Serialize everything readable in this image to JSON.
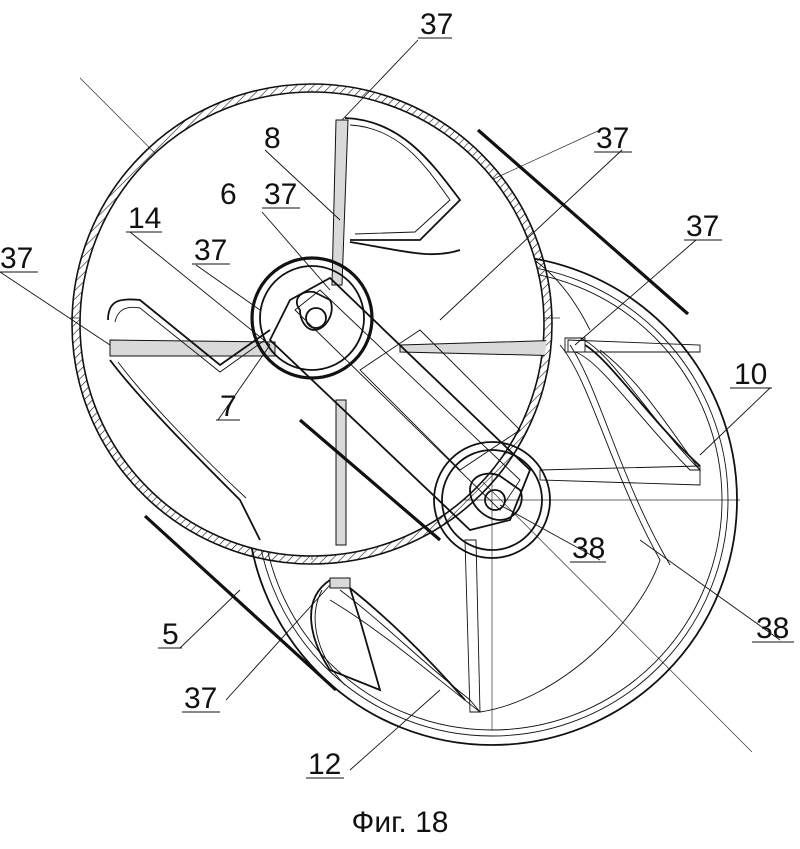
{
  "figure": {
    "caption": "Фиг. 18",
    "labels": [
      "37",
      "8",
      "37",
      "6",
      "37",
      "14",
      "37",
      "37",
      "37",
      "10",
      "7",
      "38",
      "38",
      "5",
      "37",
      "12"
    ]
  }
}
